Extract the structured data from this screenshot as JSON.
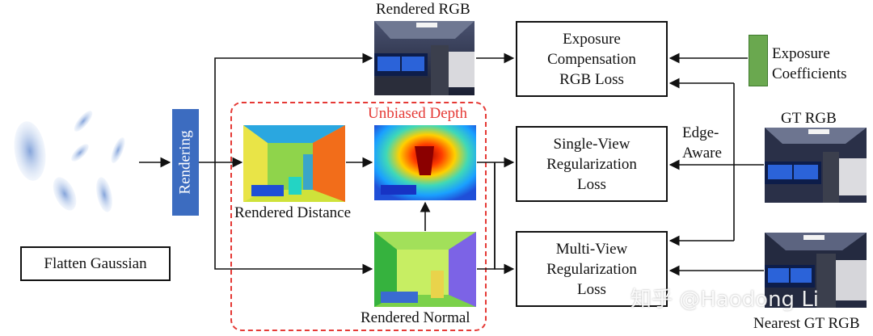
{
  "labels": {
    "rendered_rgb": "Rendered RGB",
    "unbiased_depth": "Unbiased Depth",
    "rendered_distance": "Rendered Distance",
    "rendered_normal": "Rendered Normal",
    "rendering": "Rendering",
    "flatten_gaussian": "Flatten Gaussian",
    "exposure_coefficients": "Exposure\nCoefficients",
    "edge_aware": "Edge-\nAware",
    "gt_rgb": "GT RGB",
    "nearest_gt_rgb": "Nearest GT RGB"
  },
  "loss_boxes": {
    "exposure": "Exposure\nCompensation\nRGB Loss",
    "single_view": "Single-View\nRegularization\nLoss",
    "multi_view": "Multi-View\nRegularization\nLoss"
  },
  "watermark": "知乎 @Haodong Li",
  "colors": {
    "rendering_bar": "#3c6cc0",
    "unbiased_frame": "#e53935",
    "coefficients": "#6aa84f",
    "gaussian": "#a9bfe6"
  }
}
